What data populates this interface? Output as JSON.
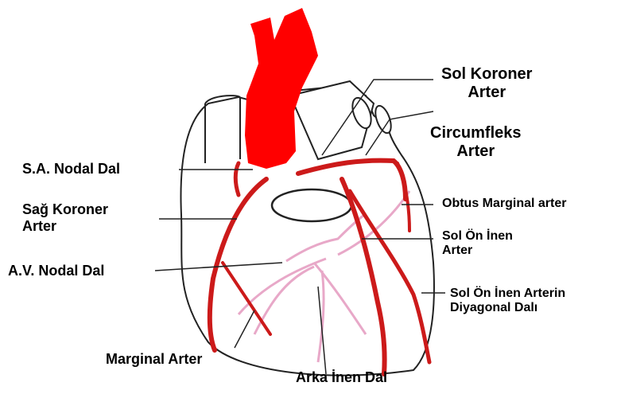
{
  "labels": {
    "sol_koroner": [
      "Sol Koroner",
      "Arter"
    ],
    "circumfleks": [
      "Circumfleks",
      "Arter"
    ],
    "sa_nodal": "S.A. Nodal Dal",
    "sag_koroner": [
      "Sağ Koroner",
      "Arter"
    ],
    "obtus_marginal": "Obtus Marginal arter",
    "sol_on_inen": [
      "Sol Ön İnen",
      "Arter"
    ],
    "av_nodal": "A.V. Nodal Dal",
    "diyagonal": [
      "Sol Ön İnen Arterin",
      "Diyagonal Dalı"
    ],
    "marginal": "Marginal Arter",
    "arka_inen": "Arka İnen Dal"
  },
  "colors": {
    "aorta": "#ff0000",
    "artery": "#cc1a1a",
    "vein": "#e8a8c8",
    "outline": "#222222"
  }
}
